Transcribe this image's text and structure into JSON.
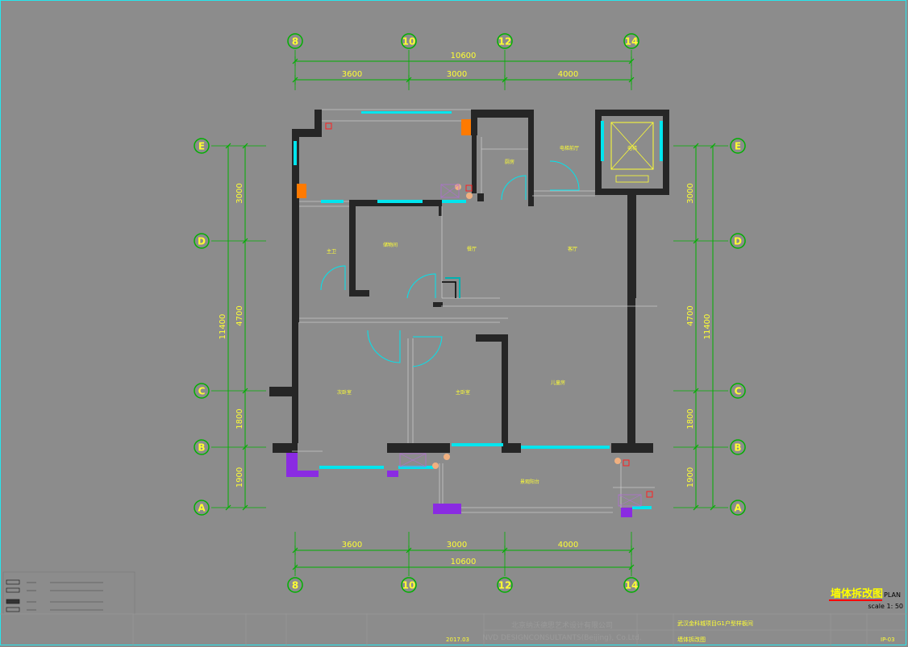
{
  "drawing": {
    "title_cn": "墙体拆改图",
    "title_en": "PLAN",
    "scale": "scale 1: 50",
    "sheet_no": "IP-03",
    "project_name": "武汉金科城项目G1户型样板间",
    "sheet_name": "墙体拆改图",
    "date": "2017.03"
  },
  "company": {
    "name_cn": "北京纳沃德思艺术设计有限公司",
    "name_en": "NVD DESIGNCONSULTANTS(Beijing), Co.Ltd."
  },
  "axes": {
    "columns": [
      "8",
      "10",
      "12",
      "14"
    ],
    "rows": [
      "E",
      "D",
      "C",
      "B",
      "A"
    ]
  },
  "dimensions": {
    "top_total": "10600",
    "top_segments": [
      "3600",
      "3000",
      "4000"
    ],
    "bottom_segments": [
      "3600",
      "3000",
      "4000"
    ],
    "bottom_total": "10600",
    "side_segments": [
      "3000",
      "4700",
      "1800",
      "1900"
    ],
    "side_total": "11400"
  },
  "rooms": {
    "kitchen": "厨房",
    "master_bath": "主卫",
    "storage": "储物间",
    "dining": "餐厅",
    "living": "客厅",
    "second_bedroom": "次卧室",
    "master_bedroom": "主卧室",
    "children_room": "儿童房",
    "balcony": "景观阳台",
    "elevator_hall": "电梯前厅",
    "elevator": "电梯"
  },
  "colors": {
    "background": "#8c8c8c",
    "wall": "#262626",
    "axis": "#00b000",
    "text": "#ffff33",
    "window": "#00e5ee",
    "demolition": "#8a2be2",
    "title_underline": "#ff0000"
  }
}
